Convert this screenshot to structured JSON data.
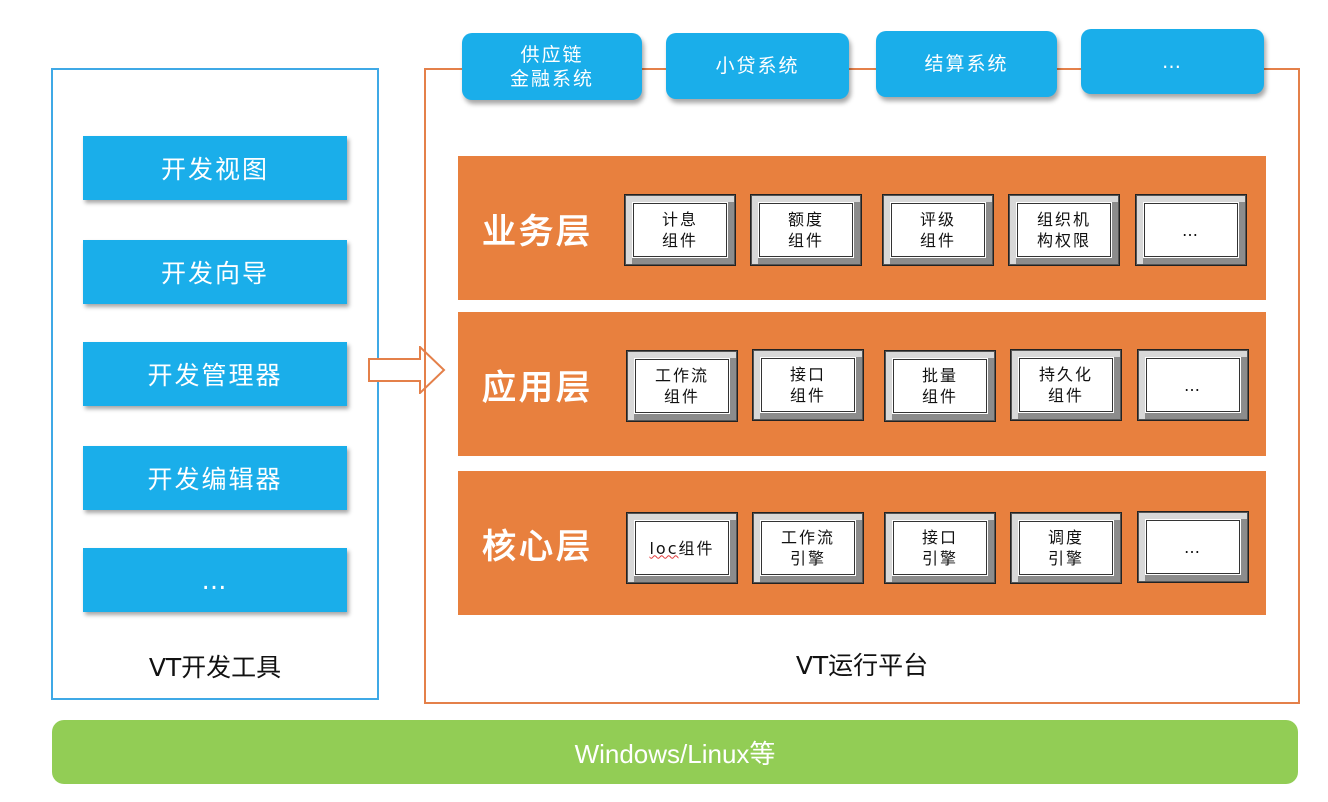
{
  "dev_tools": {
    "items": [
      "开发视图",
      "开发向导",
      "开发管理器",
      "开发编辑器",
      "…"
    ],
    "caption": "VT开发工具"
  },
  "runtime": {
    "caption": "VT运行平台",
    "systems": [
      [
        "供应链",
        "金融系统"
      ],
      [
        "小贷系统"
      ],
      [
        "结算系统"
      ],
      [
        "…"
      ]
    ],
    "layers": [
      {
        "title": "业务层",
        "components": [
          [
            "计息",
            "组件"
          ],
          [
            "额度",
            "组件"
          ],
          [
            "评级",
            "组件"
          ],
          [
            "组织机",
            "构权限"
          ],
          [
            "…"
          ]
        ]
      },
      {
        "title": "应用层",
        "components": [
          [
            "工作流",
            "组件"
          ],
          [
            "接口",
            "组件"
          ],
          [
            "批量",
            "组件"
          ],
          [
            "持久化",
            "组件"
          ],
          [
            "…"
          ]
        ]
      },
      {
        "title": "核心层",
        "components": [
          [
            "loc组件"
          ],
          [
            "工作流",
            "引擎"
          ],
          [
            "接口",
            "引擎"
          ],
          [
            "调度",
            "引擎"
          ],
          [
            "…"
          ]
        ]
      }
    ]
  },
  "os": {
    "label": "Windows/Linux等"
  },
  "colors": {
    "tool_blue": "#1aaeea",
    "panel_border_blue": "#3fa9e6",
    "layer_orange": "#e8803e",
    "panel_border_orange": "#e4804a",
    "os_green": "#92cd55"
  }
}
